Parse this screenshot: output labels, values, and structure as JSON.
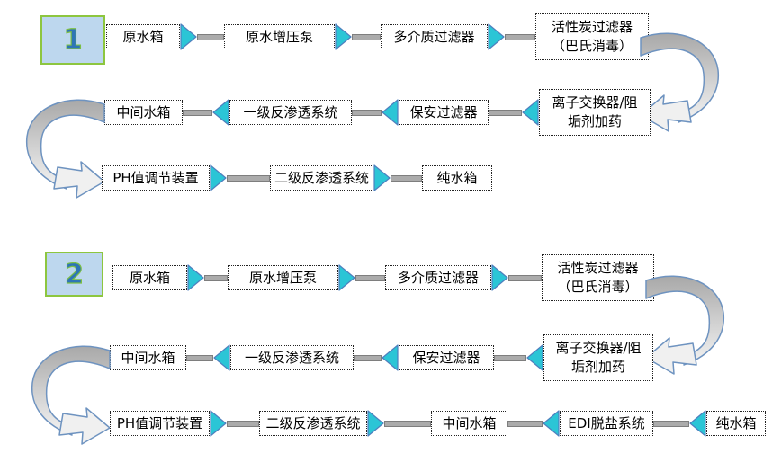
{
  "diagram_title": "water-treatment-process-flows",
  "colors": {
    "arrow_triangle": "#2BC5D6",
    "connector_line": "#ABABAB",
    "box_border": "#222222",
    "badge_fill": "#BDD7EE",
    "badge_border": "#8DC63F",
    "badge_number": "#2E75B6",
    "curve_outline": "#6E93C0",
    "curve_gray": "#A8A8A8",
    "curve_light": "#F3F3F3"
  },
  "flows": [
    {
      "number": "1",
      "rows": [
        {
          "nodes": [
            "原水箱",
            "原水增压泵",
            "多介质过滤器",
            "活性炭过滤器\n（巴氏消毒）"
          ]
        },
        {
          "nodes": [
            "中间水箱",
            "一级反渗透系统",
            "保安过滤器",
            "离子交换器/阻\n垢剂加药"
          ]
        },
        {
          "nodes": [
            "PH值调节装置",
            "二级反渗透系统",
            "纯水箱"
          ]
        }
      ]
    },
    {
      "number": "2",
      "rows": [
        {
          "nodes": [
            "原水箱",
            "原水增压泵",
            "多介质过滤器",
            "活性炭过滤器\n（巴氏消毒）"
          ]
        },
        {
          "nodes": [
            "中间水箱",
            "一级反渗透系统",
            "保安过滤器",
            "离子交换器/阻\n垢剂加药"
          ]
        },
        {
          "nodes": [
            "PH值调节装置",
            "二级反渗透系统",
            "中间水箱",
            "EDI脱盐系统",
            "纯水箱"
          ]
        }
      ]
    }
  ]
}
